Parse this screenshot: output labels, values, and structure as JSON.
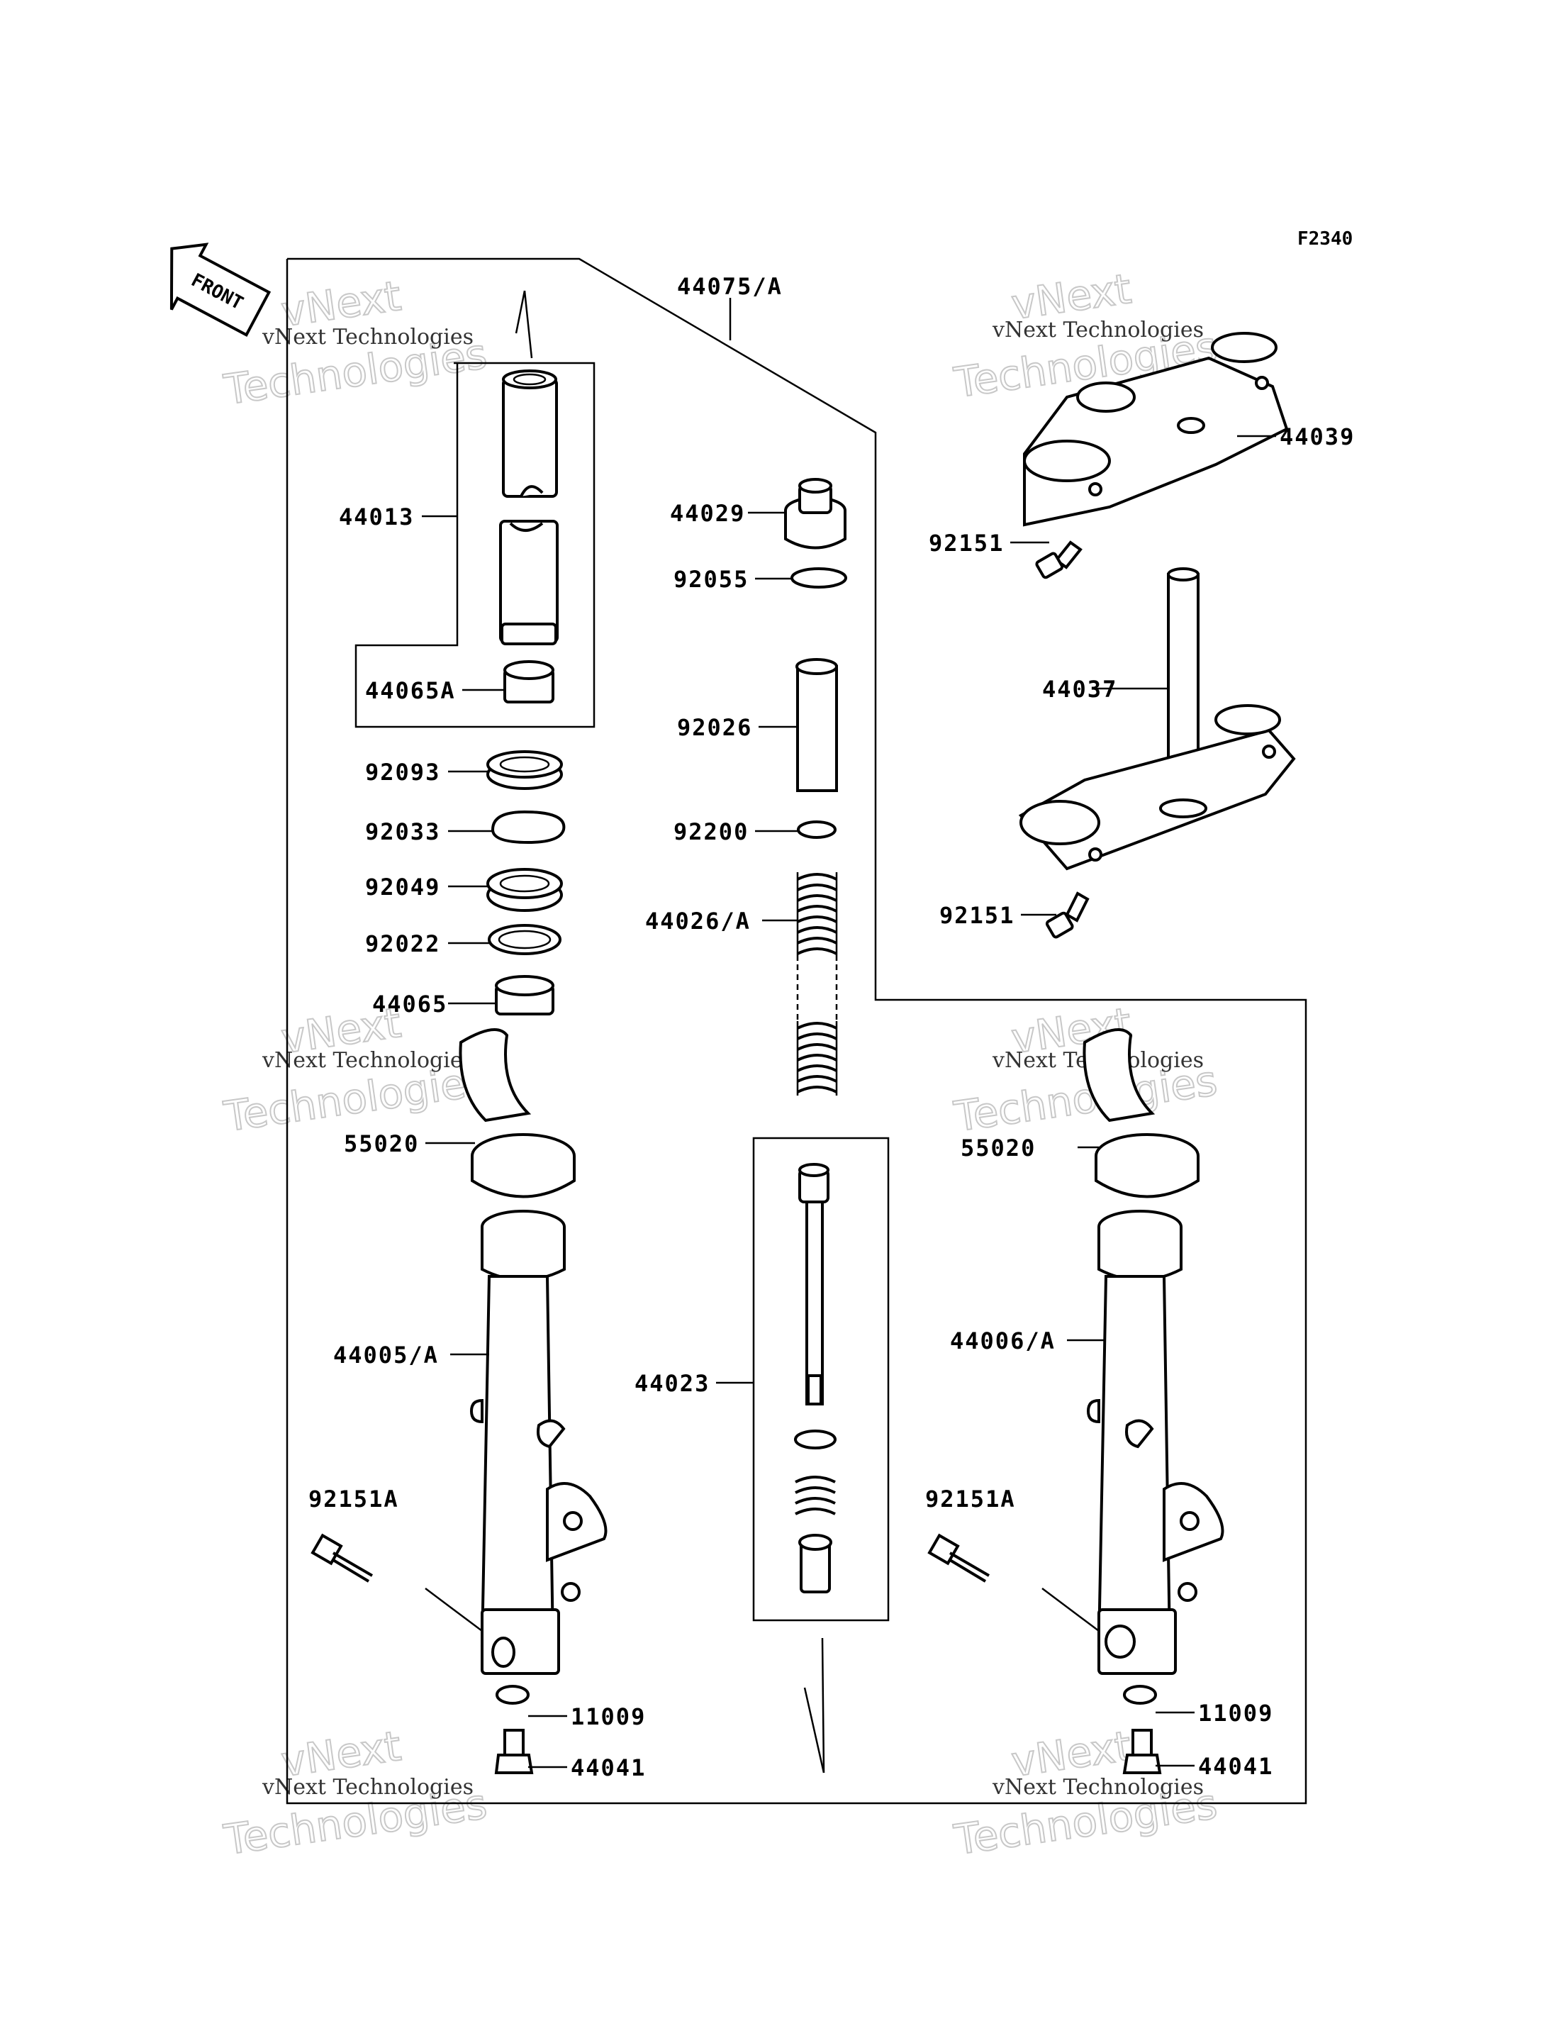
{
  "diagram": {
    "code": "F2340",
    "front_label": "FRONT",
    "watermark": {
      "small": "vNext Technologies",
      "line1": "vNext",
      "line2": "Technologies"
    },
    "parts": [
      {
        "id": "p44075A",
        "label": "44075/A"
      },
      {
        "id": "p44039",
        "label": "44039"
      },
      {
        "id": "p44013",
        "label": "44013"
      },
      {
        "id": "p44029",
        "label": "44029"
      },
      {
        "id": "p92151a",
        "label": "92151"
      },
      {
        "id": "p92055",
        "label": "92055"
      },
      {
        "id": "p44037",
        "label": "44037"
      },
      {
        "id": "p44065A",
        "label": "44065A"
      },
      {
        "id": "p92026",
        "label": "92026"
      },
      {
        "id": "p92093",
        "label": "92093"
      },
      {
        "id": "p92033",
        "label": "92033"
      },
      {
        "id": "p92200",
        "label": "92200"
      },
      {
        "id": "p92049",
        "label": "92049"
      },
      {
        "id": "p44026A",
        "label": "44026/A"
      },
      {
        "id": "p92151b",
        "label": "92151"
      },
      {
        "id": "p92022",
        "label": "92022"
      },
      {
        "id": "p44065",
        "label": "44065"
      },
      {
        "id": "p55020L",
        "label": "55020"
      },
      {
        "id": "p55020R",
        "label": "55020"
      },
      {
        "id": "p44005A",
        "label": "44005/A"
      },
      {
        "id": "p44006A",
        "label": "44006/A"
      },
      {
        "id": "p44023",
        "label": "44023"
      },
      {
        "id": "p92151AL",
        "label": "92151A"
      },
      {
        "id": "p92151AR",
        "label": "92151A"
      },
      {
        "id": "p11009L",
        "label": "11009"
      },
      {
        "id": "p11009R",
        "label": "11009"
      },
      {
        "id": "p44041L",
        "label": "44041"
      },
      {
        "id": "p44041R",
        "label": "44041"
      }
    ]
  }
}
